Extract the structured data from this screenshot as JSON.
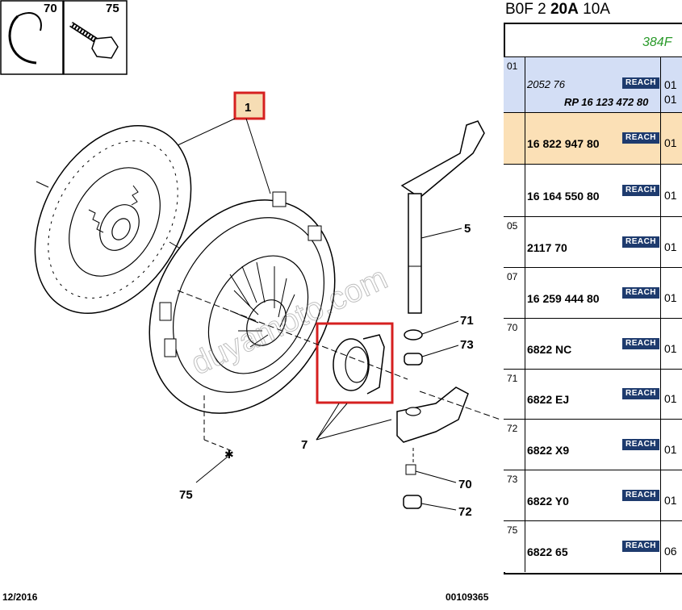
{
  "diagram": {
    "labels": {
      "l70_box": "70",
      "l75_box": "75",
      "l1": "1",
      "l5": "5",
      "l71": "71",
      "l73": "73",
      "l7": "7",
      "l75": "75",
      "l70": "70",
      "l72": "72"
    },
    "watermark": "duyamoto.com",
    "footer_date": "12/2016",
    "footer_code": "00109365",
    "colors": {
      "highlight": "#d62020",
      "callout_fill": "#f6ddb4"
    }
  },
  "panel": {
    "title_pre": "B0F 2 ",
    "title_bold": "20A",
    "title_post": " 10A",
    "subtitle": "384F",
    "reach_label": "REACH",
    "rows": [
      {
        "num": "01",
        "ref": "2052 76",
        "ref_italic": true,
        "sub": "RP 16 123 472 80",
        "qty": "01",
        "qty2": "01",
        "bg": "#d3def5"
      },
      {
        "num": "",
        "ref": "16 822 947 80",
        "qty": "01",
        "bg": "#fbe0b6"
      },
      {
        "num": "",
        "ref": "16 164 550 80",
        "qty": "01",
        "bg": "#ffffff"
      },
      {
        "num": "05",
        "ref": "2117 70",
        "qty": "01",
        "bg": "#ffffff"
      },
      {
        "num": "07",
        "ref": "16 259 444 80",
        "qty": "01",
        "bg": "#ffffff"
      },
      {
        "num": "70",
        "ref": "6822 NC",
        "qty": "01",
        "bg": "#ffffff"
      },
      {
        "num": "71",
        "ref": "6822 EJ",
        "qty": "01",
        "bg": "#ffffff"
      },
      {
        "num": "72",
        "ref": "6822 X9",
        "qty": "01",
        "bg": "#ffffff"
      },
      {
        "num": "73",
        "ref": "6822 Y0",
        "qty": "01",
        "bg": "#ffffff"
      },
      {
        "num": "75",
        "ref": "6822 65",
        "qty": "06",
        "bg": "#ffffff"
      }
    ]
  }
}
